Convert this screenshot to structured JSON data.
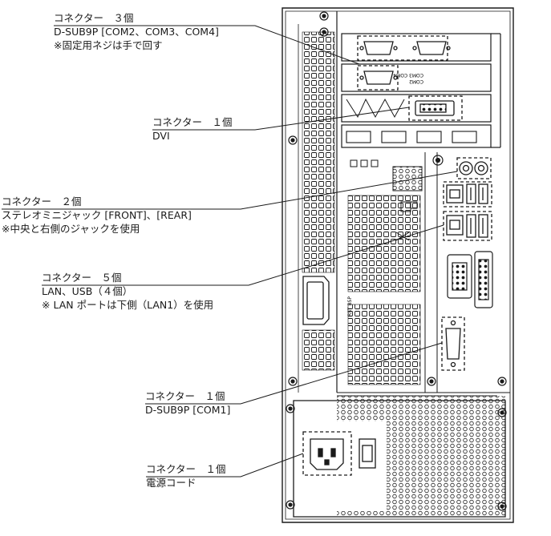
{
  "callouts": [
    {
      "id": "com234",
      "title": "コネクター　３個",
      "lines": [
        "D-SUB9P [COM2、COM3、COM4]",
        "※固定用ネジは手で回す"
      ]
    },
    {
      "id": "dvi",
      "title": "コネクター　１個",
      "lines": [
        "DVI"
      ]
    },
    {
      "id": "audio",
      "title": "コネクター　２個",
      "lines": [
        "ステレオミニジャック [FRONT]、[REAR]",
        "※中央と右側のジャックを使用"
      ]
    },
    {
      "id": "lanusb",
      "title": "コネクター　５個",
      "lines": [
        "LAN、USB（４個）",
        "※ LAN ポートは下側（LAN1）を使用"
      ]
    },
    {
      "id": "com1",
      "title": "コネクター　１個",
      "lines": [
        "D-SUB9P [COM1]"
      ]
    },
    {
      "id": "power",
      "title": "コネクター　１個",
      "lines": [
        "電源コード"
      ]
    }
  ],
  "card_labels": {
    "com_card": "COM3 COM4",
    "com_card2": "COM2",
    "bios_label": "RST BSP"
  },
  "colors": {
    "line": "#1a1a1a",
    "fill": "#ffffff",
    "dashed": "#1a1a1a"
  }
}
